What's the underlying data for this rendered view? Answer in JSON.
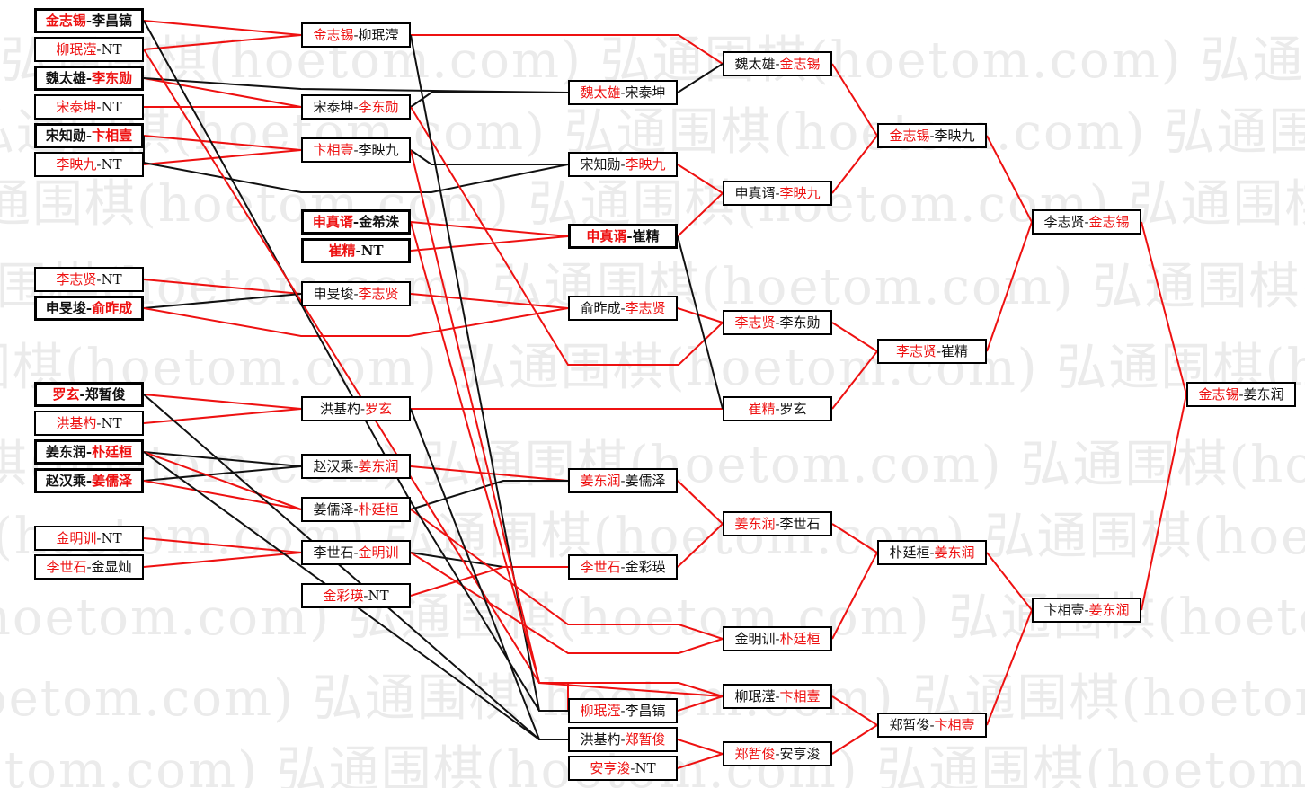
{
  "watermark": "弘通围棋(hoetom.com) 弘通围棋(hoetom.com) 弘通围棋(hoetom.com) 弘通围棋(hoetom.com)",
  "colors": {
    "winner": "#ee1111",
    "loser": "#111111",
    "win_line": "#ee1111",
    "lose_line": "#111111"
  },
  "matches": [
    {
      "a": "金志锡",
      "b": "李昌镐",
      "win": "a",
      "bold": true
    },
    {
      "a": "柳珉滢",
      "b": "NT",
      "win": "a"
    },
    {
      "a": "魏太雄",
      "b": "李东勋",
      "win": "b",
      "bold": true
    },
    {
      "a": "宋泰坤",
      "b": "NT",
      "win": "a"
    },
    {
      "a": "宋知勋",
      "b": "卞相壹",
      "win": "b",
      "bold": true
    },
    {
      "a": "李映九",
      "b": "NT",
      "win": "a"
    },
    {
      "a": "李志贤",
      "b": "NT",
      "win": "a"
    },
    {
      "a": "申旻埈",
      "b": "俞昨成",
      "win": "b",
      "bold": true
    },
    {
      "a": "罗玄",
      "b": "郑暂俊",
      "win": "a",
      "bold": true
    },
    {
      "a": "洪基杓",
      "b": "NT",
      "win": "a"
    },
    {
      "a": "姜东润",
      "b": "朴廷桓",
      "win": "b",
      "bold": true
    },
    {
      "a": "赵汉乘",
      "b": "姜儒泽",
      "win": "b",
      "bold": true
    },
    {
      "a": "金明训",
      "b": "NT",
      "win": "a"
    },
    {
      "a": "李世石",
      "b": "金显灿",
      "win": "a"
    },
    {
      "a": "金志锡",
      "b": "柳珉滢",
      "win": "a"
    },
    {
      "a": "宋泰坤",
      "b": "李东勋",
      "win": "b"
    },
    {
      "a": "卞相壹",
      "b": "李映九",
      "win": "a"
    },
    {
      "a": "申真谞",
      "b": "金希洙",
      "win": "a",
      "bold": true
    },
    {
      "a": "崔精",
      "b": "NT",
      "win": "a",
      "bold": true
    },
    {
      "a": "申旻埈",
      "b": "李志贤",
      "win": "b"
    },
    {
      "a": "洪基杓",
      "b": "罗玄",
      "win": "b"
    },
    {
      "a": "赵汉乘",
      "b": "姜东润",
      "win": "b"
    },
    {
      "a": "姜儒泽",
      "b": "朴廷桓",
      "win": "b"
    },
    {
      "a": "李世石",
      "b": "金明训",
      "win": "b"
    },
    {
      "a": "金彩瑛",
      "b": "NT",
      "win": "a"
    },
    {
      "a": "魏太雄",
      "b": "宋泰坤",
      "win": "a"
    },
    {
      "a": "宋知勋",
      "b": "李映九",
      "win": "b"
    },
    {
      "a": "申真谞",
      "b": "崔精",
      "win": "a",
      "bold": true
    },
    {
      "a": "俞昨成",
      "b": "李志贤",
      "win": "b"
    },
    {
      "a": "姜东润",
      "b": "姜儒泽",
      "win": "a"
    },
    {
      "a": "李世石",
      "b": "金彩瑛",
      "win": "a"
    },
    {
      "a": "柳珉滢",
      "b": "李昌镐",
      "win": "a"
    },
    {
      "a": "洪基杓",
      "b": "郑暂俊",
      "win": "b"
    },
    {
      "a": "安亨浚",
      "b": "NT",
      "win": "a"
    },
    {
      "a": "魏太雄",
      "b": "金志锡",
      "win": "b"
    },
    {
      "a": "申真谞",
      "b": "李映九",
      "win": "b"
    },
    {
      "a": "李志贤",
      "b": "李东勋",
      "win": "a"
    },
    {
      "a": "崔精",
      "b": "罗玄",
      "win": "a"
    },
    {
      "a": "姜东润",
      "b": "李世石",
      "win": "a"
    },
    {
      "a": "金明训",
      "b": "朴廷桓",
      "win": "b"
    },
    {
      "a": "柳珉滢",
      "b": "卞相壹",
      "win": "b"
    },
    {
      "a": "郑暂俊",
      "b": "安亨浚",
      "win": "a"
    },
    {
      "a": "金志锡",
      "b": "李映九",
      "win": "a"
    },
    {
      "a": "李志贤",
      "b": "崔精",
      "win": "a"
    },
    {
      "a": "朴廷桓",
      "b": "姜东润",
      "win": "b"
    },
    {
      "a": "郑暂俊",
      "b": "卞相壹",
      "win": "b"
    },
    {
      "a": "李志贤",
      "b": "金志锡",
      "win": "b"
    },
    {
      "a": "卞相壹",
      "b": "姜东润",
      "win": "b"
    },
    {
      "a": "金志锡",
      "b": "姜东润",
      "win": "a"
    }
  ]
}
